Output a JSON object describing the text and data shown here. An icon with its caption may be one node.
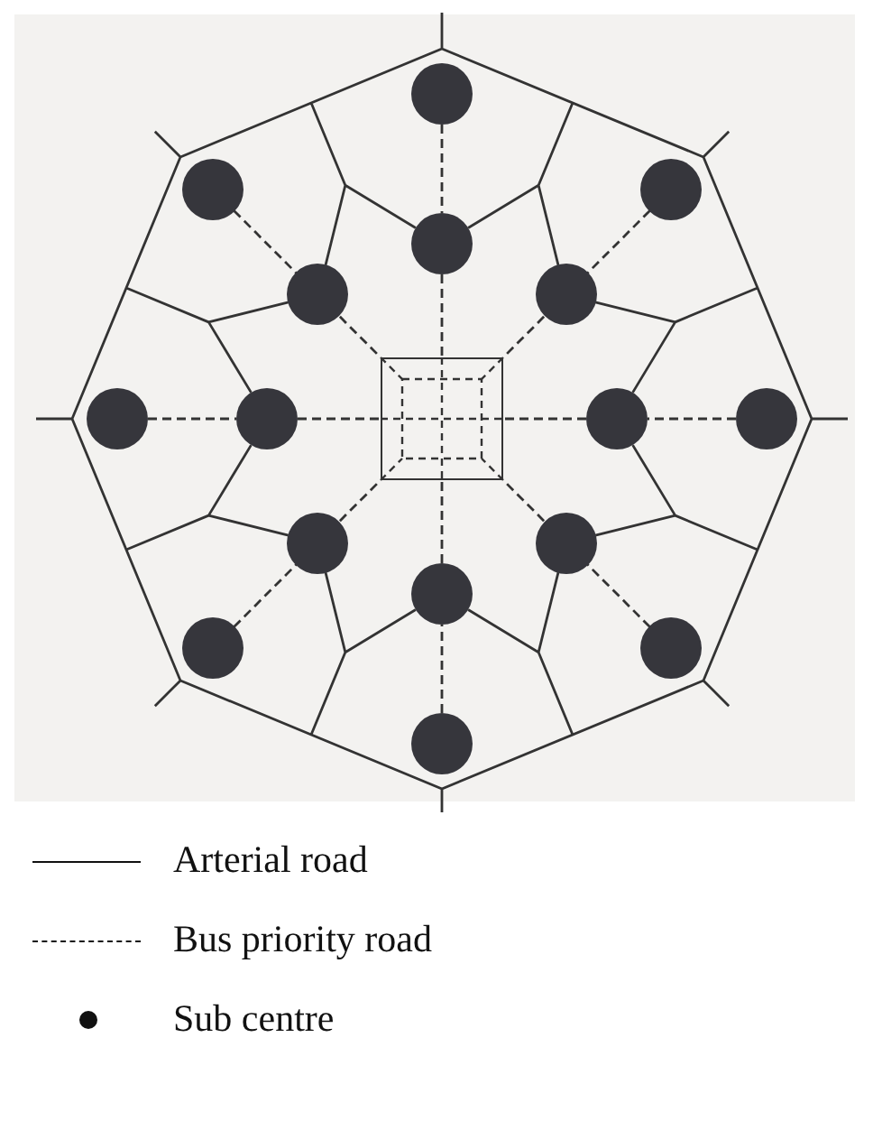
{
  "diagram": {
    "nodes": [
      {
        "text": [],
        "shape": "circle"
      },
      {
        "text": [],
        "shape": "circle"
      },
      {
        "text": [],
        "shape": "circle"
      },
      {
        "text": [],
        "shape": "circle"
      },
      {
        "text": [],
        "shape": "circle"
      },
      {
        "text": [],
        "shape": "circle"
      },
      {
        "text": [],
        "shape": "circle"
      },
      {
        "text": [],
        "shape": "circle"
      },
      {
        "text": [],
        "shape": "box"
      },
      {
        "text": [],
        "shape": "circle"
      },
      {
        "text": [],
        "shape": "circle"
      },
      {
        "text": [],
        "shape": "circle"
      },
      {
        "text": [],
        "shape": "circle"
      },
      {
        "text": [],
        "shape": "circle"
      },
      {
        "text": [],
        "shape": "circle"
      },
      {
        "text": [],
        "shape": "circle"
      },
      {
        "text": [],
        "shape": "circle"
      }
    ],
    "edges": [
      {
        "from": 0,
        "to": 3,
        "arrow": "none",
        "style": "dashed"
      },
      {
        "from": 1,
        "to": 4,
        "arrow": "none",
        "style": "dashed"
      },
      {
        "from": 2,
        "to": 5,
        "arrow": "none",
        "style": "dashed"
      },
      {
        "from": 6,
        "to": 7,
        "arrow": "none",
        "style": "dashed"
      },
      {
        "from": 10,
        "to": 9,
        "arrow": "none",
        "style": "dashed"
      },
      {
        "from": 14,
        "to": 11,
        "arrow": "none",
        "style": "dashed"
      },
      {
        "from": 15,
        "to": 12,
        "arrow": "none",
        "style": "dashed"
      },
      {
        "from": 16,
        "to": 13,
        "arrow": "none",
        "style": "dashed"
      },
      {
        "from": 3,
        "to": 8,
        "arrow": "none",
        "style": "dashed"
      },
      {
        "from": 4,
        "to": 8,
        "arrow": "none",
        "style": "dashed"
      },
      {
        "from": 5,
        "to": 8,
        "arrow": "none",
        "style": "dashed"
      },
      {
        "from": 7,
        "to": 8,
        "arrow": "none",
        "style": "dashed"
      },
      {
        "from": 9,
        "to": 8,
        "arrow": "none",
        "style": "dashed"
      },
      {
        "from": 11,
        "to": 8,
        "arrow": "none",
        "style": "dashed"
      },
      {
        "from": 12,
        "to": 8,
        "arrow": "none",
        "style": "dashed"
      },
      {
        "from": 13,
        "to": 8,
        "arrow": "none",
        "style": "dashed"
      }
    ],
    "legend": [
      {
        "text": "Arterial road"
      },
      {
        "text": "Bus priority road"
      },
      {
        "text": "Sub centre"
      }
    ]
  }
}
